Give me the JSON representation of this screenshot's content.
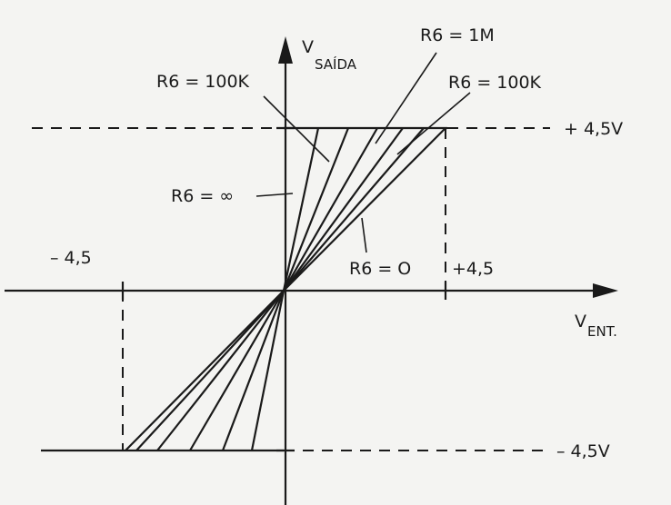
{
  "diagram": {
    "axes": {
      "y_label_main": "V",
      "y_label_sub": "SAÍDA",
      "x_label_main": "V",
      "x_label_sub": "ENT."
    },
    "levels": {
      "pos_out": "+ 4,5V",
      "neg_out": "– 4,5V",
      "pos_in": "+4,5",
      "neg_in": "– 4,5"
    },
    "curves": {
      "r6_100k_left": "R6 = 100K",
      "r6_1m": "R6 = 1M",
      "r6_100k_right": "R6 = 100K",
      "r6_inf": "R6 = ∞",
      "r6_zero": "R6 = O"
    }
  }
}
